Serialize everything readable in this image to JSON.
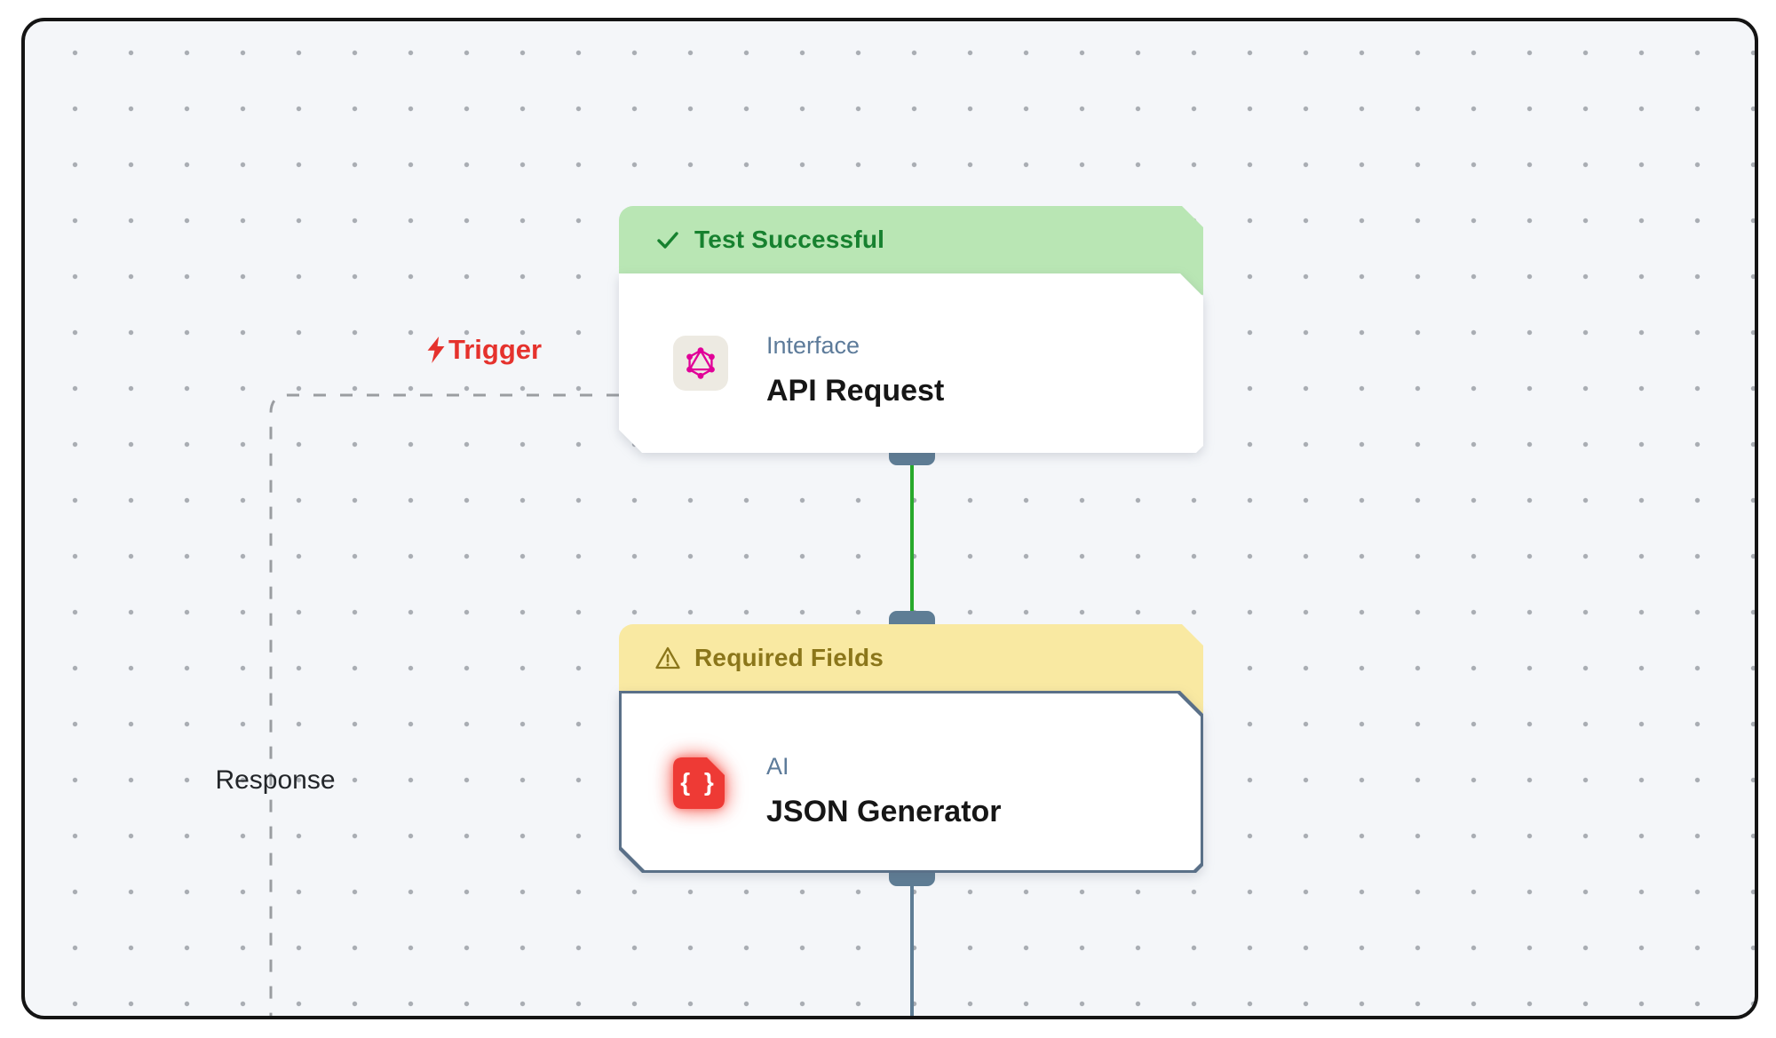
{
  "colors": {
    "canvas_background": "#f4f6f9",
    "frame_border": "#141414",
    "success_banner_bg": "#b9e6b4",
    "success_text": "#17812f",
    "warning_banner_bg": "#f9e9a2",
    "warning_text": "#8b761a",
    "connection_success": "#27a92b",
    "connector_handle": "#5e7d95",
    "trigger_red": "#e5322d",
    "json_icon_red": "#ee3a35",
    "graphql_pink": "#e10098",
    "category_slate": "#5d7b9a"
  },
  "canvas": {
    "trigger_label": "Trigger",
    "response_label": "Response"
  },
  "nodes": {
    "api_request": {
      "status_banner": "Test Successful",
      "status_icon": "checkmark-icon",
      "category": "Interface",
      "title": "API Request",
      "node_icon": "graphql-icon"
    },
    "json_generator": {
      "status_banner": "Required Fields",
      "status_icon": "warning-triangle-icon",
      "category": "AI",
      "title": "JSON Generator",
      "node_icon": "json-braces-icon",
      "icon_glyph": "{ }"
    }
  }
}
